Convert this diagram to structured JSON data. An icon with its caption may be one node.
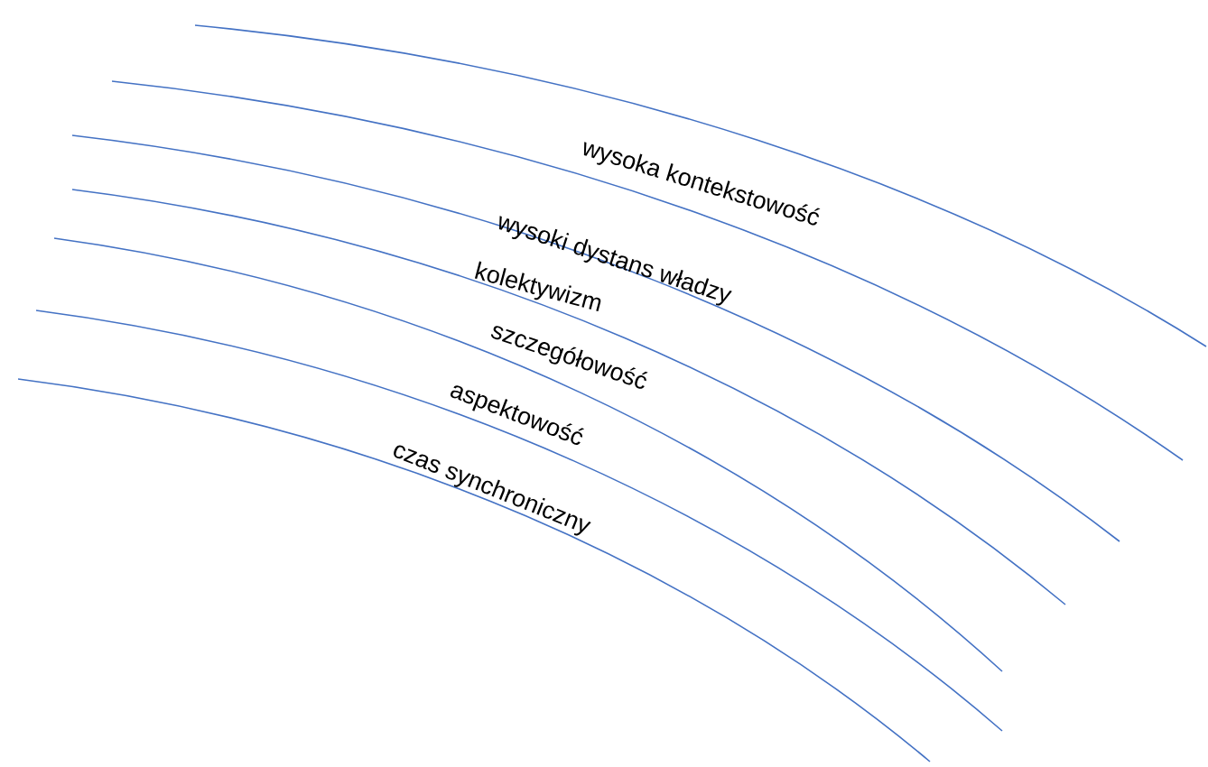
{
  "diagram": {
    "labels": [
      "wysoka kontekstowość",
      "wysoki dystans władzy",
      "kolektywizm",
      "szczegółowość",
      "aspektowość",
      "czas synchroniczny"
    ]
  }
}
